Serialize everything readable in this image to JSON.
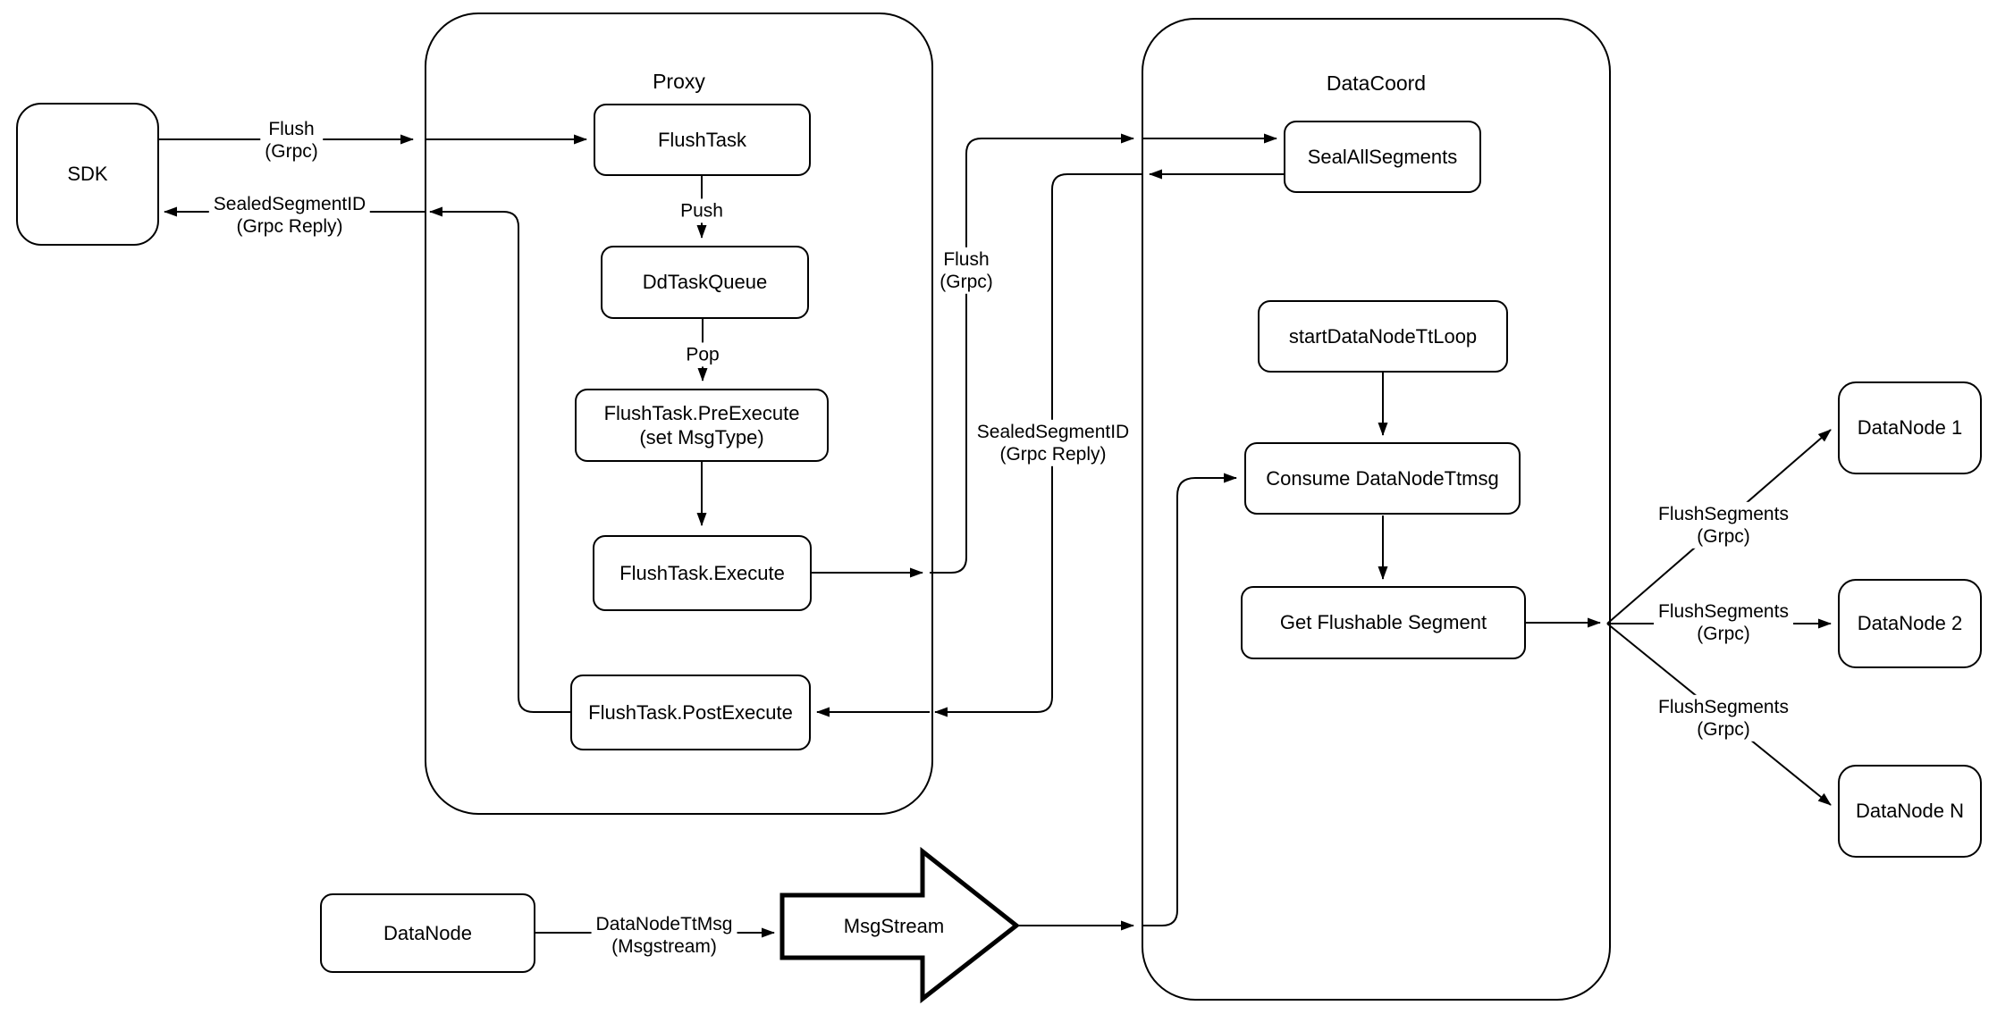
{
  "diagram": {
    "colors": {
      "stroke": "#000000",
      "background": "#ffffff"
    },
    "containers": {
      "proxy": {
        "title": "Proxy"
      },
      "datacoord": {
        "title": "DataCoord"
      }
    },
    "nodes": {
      "sdk": {
        "label": "SDK"
      },
      "flush_task": {
        "label": "FlushTask"
      },
      "dd_task_queue": {
        "label": "DdTaskQueue"
      },
      "pre_execute": {
        "label": "FlushTask.PreExecute\n(set MsgType)"
      },
      "execute": {
        "label": "FlushTask.Execute"
      },
      "post_execute": {
        "label": "FlushTask.PostExecute"
      },
      "seal_all_segments": {
        "label": "SealAllSegments"
      },
      "start_datanode_tt_loop": {
        "label": "startDataNodeTtLoop"
      },
      "consume_datanode_ttmsg": {
        "label": "Consume DataNodeTtmsg"
      },
      "get_flushable_segment": {
        "label": "Get Flushable Segment"
      },
      "datanode_1": {
        "label": "DataNode 1"
      },
      "datanode_2": {
        "label": "DataNode 2"
      },
      "datanode_n": {
        "label": "DataNode N"
      },
      "datanode": {
        "label": "DataNode"
      },
      "msgstream": {
        "label": "MsgStream"
      }
    },
    "edge_labels": {
      "flush_sdk_proxy": "Flush\n(Grpc)",
      "sealed_segment_id_proxy_sdk": "SealedSegmentID\n(Grpc Reply)",
      "push": "Push",
      "pop": "Pop",
      "flush_proxy_datacoord": "Flush\n(Grpc)",
      "sealed_segment_id_datacoord_proxy": "SealedSegmentID\n(Grpc Reply)",
      "flush_segments_1": "FlushSegments\n(Grpc)",
      "flush_segments_2": "FlushSegments\n(Grpc)",
      "flush_segments_3": "FlushSegments\n(Grpc)",
      "datanode_ttmsg": "DataNodeTtMsg\n(Msgstream)"
    }
  }
}
